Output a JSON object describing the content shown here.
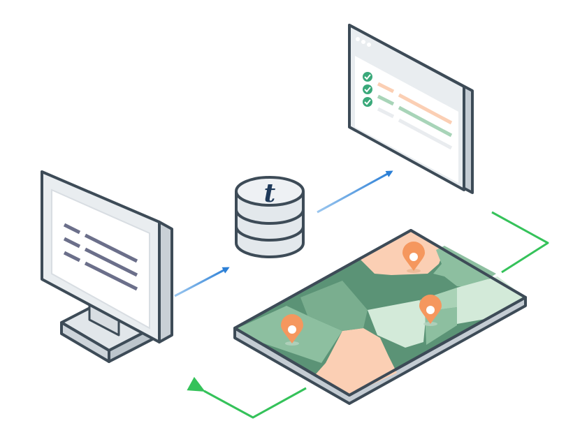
{
  "diagram": {
    "logo_letter": "t",
    "colors": {
      "outline": "#3d4b57",
      "panel": "#e9edf0",
      "screen": "#ffffff",
      "text_line": "#6b6f8a",
      "arrow_blue": "#2b7fd6",
      "arrow_green": "#35c25a",
      "map_dark": "#5b9376",
      "map_mid": "#8dbfa0",
      "map_light": "#d3ead9",
      "map_peach": "#fbcfb4",
      "pin": "#f5975e",
      "check": "#3aa97a"
    },
    "nodes": [
      {
        "id": "desktop-monitor",
        "icon": "desktop-icon",
        "content_lines": 3
      },
      {
        "id": "database",
        "icon": "database-icon"
      },
      {
        "id": "browser-window",
        "icon": "browser-icon",
        "checklist_items": 3
      },
      {
        "id": "map",
        "icon": "map-icon",
        "pins": 3
      }
    ],
    "edges": [
      {
        "from": "desktop-monitor",
        "to": "database",
        "color": "blue"
      },
      {
        "from": "database",
        "to": "browser-window",
        "color": "blue"
      },
      {
        "from": "browser-window",
        "to": "map",
        "color": "green"
      },
      {
        "from": "map",
        "to": "desktop-monitor",
        "color": "green"
      }
    ]
  }
}
